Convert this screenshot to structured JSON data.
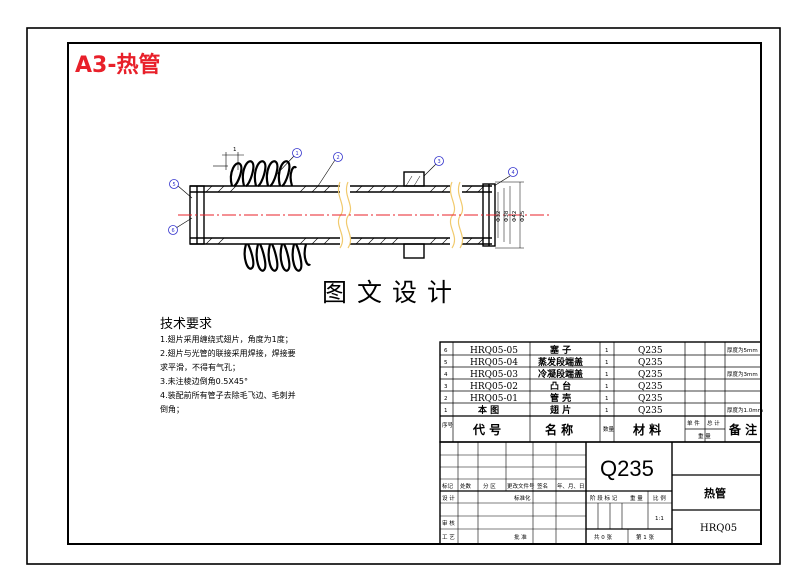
{
  "sheet_title": "A3-热管",
  "banner": "图文设计",
  "notes": {
    "heading": "技术要求",
    "lines": [
      "1.翅片采用缠绕式翅片，角度为1度；",
      "2.翅片与光管的联接采用焊接，焊接要",
      "求平滑，不得有气孔；",
      "3.未注棱边倒角0.5X45°",
      "4.装配前所有管子去除毛飞边、毛刺并",
      "倒角；"
    ]
  },
  "callouts": [
    "1",
    "2",
    "3",
    "4",
    "5",
    "6"
  ],
  "dims": [
    "Φ32",
    "Φ38",
    "Φ42",
    "Φ25",
    "1"
  ],
  "bom": {
    "rows": [
      {
        "no": "6",
        "code": "HRQ05-05",
        "name": "塞 子",
        "qty": "1",
        "material": "Q235",
        "remark": "厚度为5mm"
      },
      {
        "no": "5",
        "code": "HRQ05-04",
        "name": "蒸发段端盖",
        "qty": "1",
        "material": "Q235",
        "remark": ""
      },
      {
        "no": "4",
        "code": "HRQ05-03",
        "name": "冷凝段端盖",
        "qty": "1",
        "material": "Q235",
        "remark": "厚度为3mm"
      },
      {
        "no": "3",
        "code": "HRQ05-02",
        "name": "凸 台",
        "qty": "1",
        "material": "Q235",
        "remark": ""
      },
      {
        "no": "2",
        "code": "HRQ05-01",
        "name": "管 壳",
        "qty": "1",
        "material": "Q235",
        "remark": ""
      },
      {
        "no": "1",
        "code": "本 图",
        "name": "翅 片",
        "qty": "1",
        "material": "Q235",
        "remark": "厚度为1.0mm"
      }
    ],
    "header": {
      "no": "序号",
      "code": "代 号",
      "name": "名 称",
      "qty": "数量",
      "material": "材 料",
      "single": "单 件",
      "total": "总 计",
      "weight": "重 量",
      "remark": "备 注"
    }
  },
  "title_block": {
    "material": "Q235",
    "part_name": "热管",
    "drawing_code": "HRQ05",
    "scale": "1:1",
    "labels": {
      "mark": "标记",
      "count": "处数",
      "zone": "分 区",
      "change_doc": "更改文件号",
      "sign": "签名",
      "date": "年、月、日",
      "design": "设 计",
      "standardize": "标准化",
      "review": "审 核",
      "process": "工 艺",
      "approve": "批 准",
      "stage_mark": "阶 段 标 记",
      "weight": "重 量",
      "ratio": "比 例",
      "sheets_total": "共 0 张",
      "sheet_no": "第 1 张"
    }
  },
  "colors": {
    "border": "#000000",
    "title_red": "#e8202a",
    "centerline": "#e8202a",
    "callout": "#3333cc",
    "inner_frame": "#000000"
  }
}
